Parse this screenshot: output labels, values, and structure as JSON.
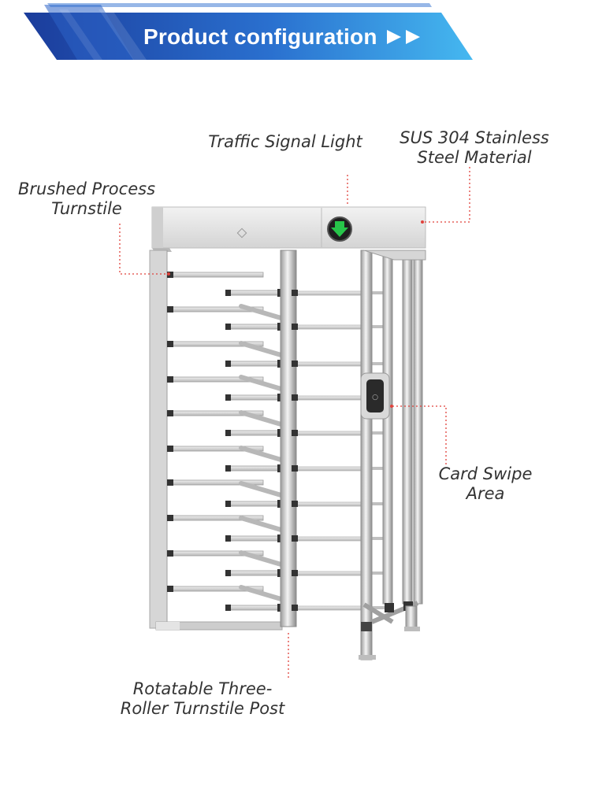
{
  "banner": {
    "title": "Product configuration",
    "colors": {
      "dark": "#1d3f9e",
      "light": "#3fb4ef",
      "text": "#ffffff"
    },
    "icon": "double-play-arrow-icon"
  },
  "callouts": {
    "signal_light": {
      "lines": [
        "Traffic Signal Light"
      ]
    },
    "stainless": {
      "lines": [
        "SUS 304 Stainless",
        "Steel Material"
      ]
    },
    "brushed": {
      "lines": [
        "Brushed Process",
        "Turnstile"
      ]
    },
    "card_swipe": {
      "lines": [
        "Card Swipe",
        "Area"
      ]
    },
    "roller_post": {
      "lines": [
        "Rotatable Three-",
        "Roller Turnstile Post"
      ]
    }
  },
  "colors": {
    "leader": "#e0413b",
    "signal_arrow": "#27c54a",
    "steel_light": "#e8e8e8",
    "steel_dark": "#8a8a8a"
  }
}
